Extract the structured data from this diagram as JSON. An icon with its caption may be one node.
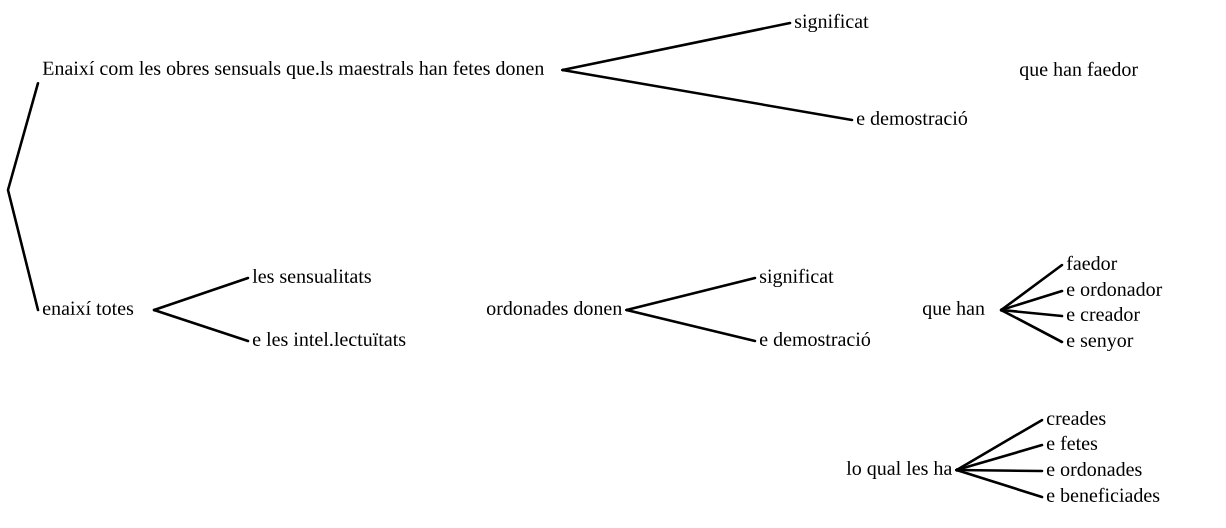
{
  "diagram": {
    "nodes": [
      {
        "text": [
          "Enaixí com les obres sensuals que.ls maestrals han fetes donen"
        ]
      },
      {
        "text": [
          "significat"
        ]
      },
      {
        "text": [
          "e demostració"
        ]
      },
      {
        "text": [
          "que han faedor"
        ]
      },
      {
        "text": [
          "enaixí totes"
        ]
      },
      {
        "text": [
          "les sensualitats"
        ]
      },
      {
        "text": [
          "e les intel.lectuïtats"
        ]
      },
      {
        "text": [
          "ordonades donen"
        ]
      },
      {
        "text": [
          "significat"
        ]
      },
      {
        "text": [
          "e demostració"
        ]
      },
      {
        "text": [
          "que han"
        ]
      },
      {
        "text": [
          "faedor"
        ]
      },
      {
        "text": [
          "e ordonador"
        ]
      },
      {
        "text": [
          "e creador"
        ]
      },
      {
        "text": [
          "e senyor"
        ]
      },
      {
        "text": [
          "lo qual les ha"
        ]
      },
      {
        "text": [
          "creades"
        ]
      },
      {
        "text": [
          "e fetes"
        ]
      },
      {
        "text": [
          "e ordonades"
        ]
      },
      {
        "text": [
          "e beneficiades"
        ]
      }
    ],
    "edges": [
      {
        "from": 0,
        "to": 1,
        "arrow": "none"
      },
      {
        "from": 0,
        "to": 2,
        "arrow": "none"
      },
      {
        "from": 0,
        "to": 4,
        "arrow": "none"
      },
      {
        "from": 4,
        "to": 5,
        "arrow": "none"
      },
      {
        "from": 4,
        "to": 6,
        "arrow": "none"
      },
      {
        "from": 7,
        "to": 8,
        "arrow": "none"
      },
      {
        "from": 7,
        "to": 9,
        "arrow": "none"
      },
      {
        "from": 10,
        "to": 11,
        "arrow": "none"
      },
      {
        "from": 10,
        "to": 12,
        "arrow": "none"
      },
      {
        "from": 10,
        "to": 13,
        "arrow": "none"
      },
      {
        "from": 10,
        "to": 14,
        "arrow": "none"
      },
      {
        "from": 15,
        "to": 16,
        "arrow": "none"
      },
      {
        "from": 15,
        "to": 17,
        "arrow": "none"
      },
      {
        "from": 15,
        "to": 18,
        "arrow": "none"
      },
      {
        "from": 15,
        "to": 19,
        "arrow": "none"
      }
    ]
  }
}
